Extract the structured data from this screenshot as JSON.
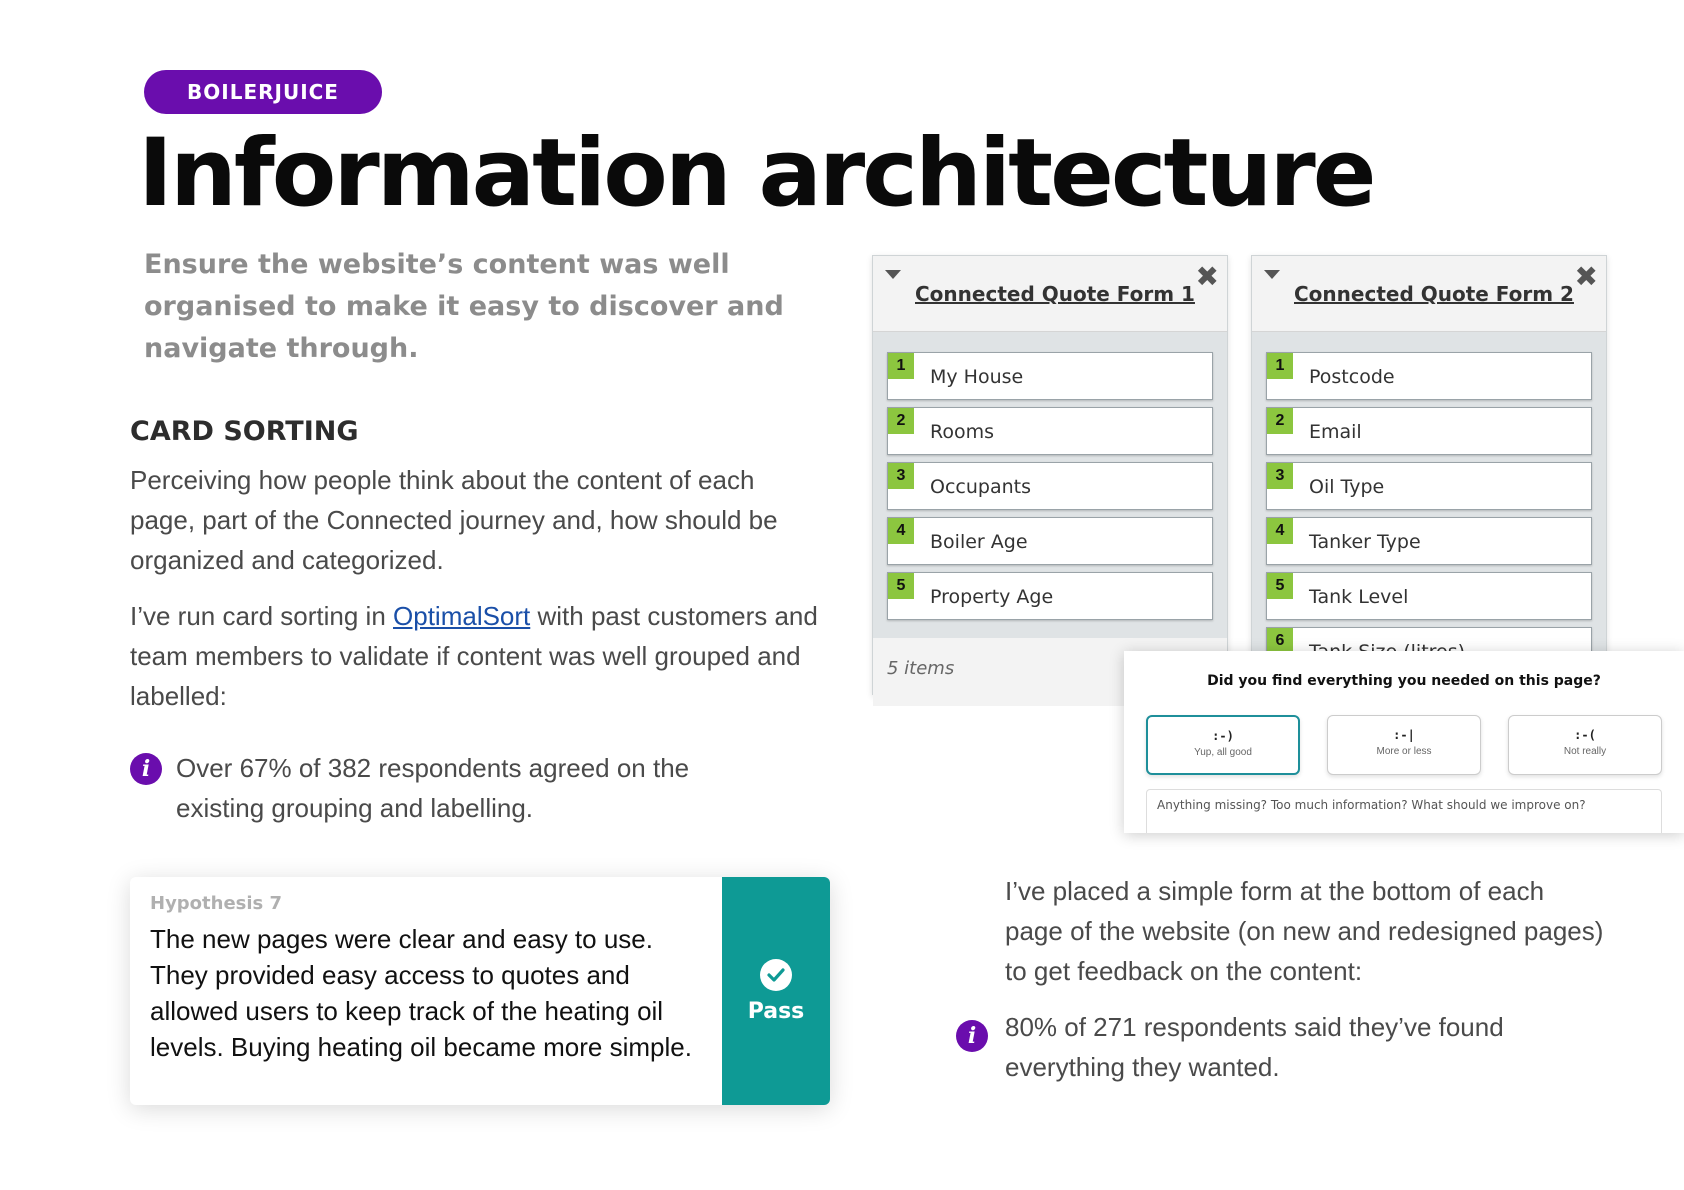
{
  "tag": "BOILERJUICE",
  "title": "Information architecture",
  "subtitle": "Ensure the website’s content was well organised to make it easy to discover and navigate through.",
  "card_sorting": {
    "heading": "CARD SORTING",
    "para1": "Perceiving how people think about the content of each page, part of the Connected journey and, how should be organized and categorized.",
    "para2_pre": "I’ve run card sorting in ",
    "para2_link": "OptimalSort",
    "para2_post": " with past customers and team members to validate if content was well grouped and labelled:",
    "insight": "Over 67% of 382 respondents agreed on the existing grouping and labelling."
  },
  "hypothesis": {
    "label": "Hypothesis 7",
    "text": "The new pages were clear and easy to use. They provided easy access to quotes and allowed users to keep track of the heating oil levels. Buying heating oil became more simple.",
    "result": "Pass"
  },
  "panels": [
    {
      "title": "Connected Quote Form 1",
      "items": [
        {
          "num": "1",
          "label": "My House"
        },
        {
          "num": "2",
          "label": "Rooms"
        },
        {
          "num": "3",
          "label": "Occupants"
        },
        {
          "num": "4",
          "label": "Boiler Age"
        },
        {
          "num": "5",
          "label": "Property Age"
        }
      ],
      "footer": "5 items"
    },
    {
      "title": "Connected Quote Form 2",
      "items": [
        {
          "num": "1",
          "label": "Postcode"
        },
        {
          "num": "2",
          "label": "Email"
        },
        {
          "num": "3",
          "label": "Oil Type"
        },
        {
          "num": "4",
          "label": "Tanker Type"
        },
        {
          "num": "5",
          "label": "Tank Level"
        },
        {
          "num": "6",
          "label": "Tank Size (litres)"
        }
      ]
    }
  ],
  "feedback_widget": {
    "question": "Did you find everything you needed on this page?",
    "options": [
      {
        "face": ":-)",
        "caption": "Yup, all good"
      },
      {
        "face": ":-|",
        "caption": "More or less"
      },
      {
        "face": ":-(",
        "caption": "Not really"
      }
    ],
    "placeholder": "Anything missing? Too much information? What should we improve on?"
  },
  "feedback_section": {
    "para": "I’ve placed a simple form at the bottom of each page of the website (on new and redesigned pages) to get feedback on the content:",
    "insight": "80% of 271 respondents said they’ve found everything they wanted."
  },
  "colors": {
    "brand_purple": "#6a0dad",
    "pass_teal": "#0e9a95",
    "card_number_green": "#8cc63f",
    "link_blue": "#1a4fa8"
  }
}
